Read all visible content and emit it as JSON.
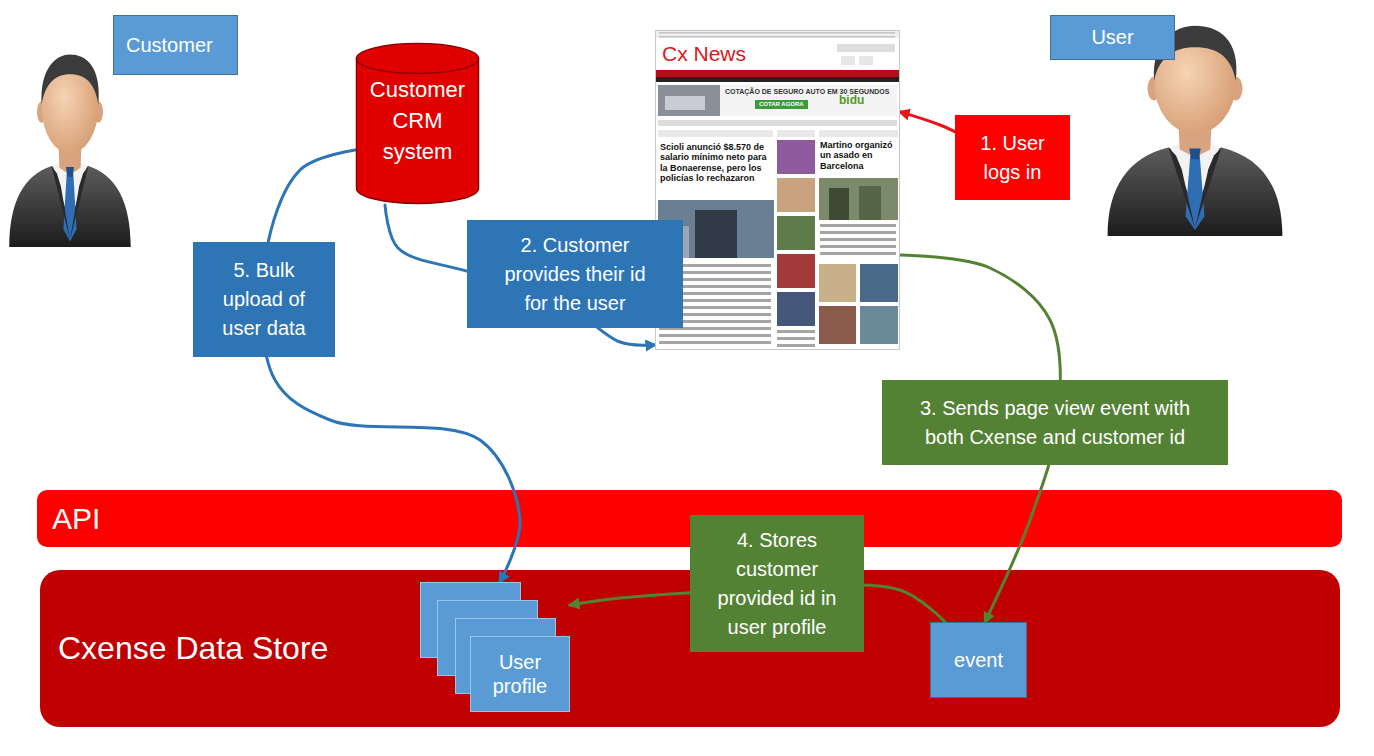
{
  "diagram": {
    "nodes": [
      {
        "text": [
          "Customer"
        ]
      },
      {
        "text": [
          "Customer CRM system"
        ]
      },
      {
        "text": [
          "Cx News",
          "COTAÇÃO DE SEGURO AUTO EM 30 SEGUNDOS",
          "COTAR AGORA",
          "bidu",
          "Scioli anunció $8.570 de salario mínimo neto para la Bonaerense, pero los policías lo rechazaron",
          "Martino organizó un asado en Barcelona"
        ]
      },
      {
        "text": [
          "User"
        ]
      },
      {
        "text": [
          "API"
        ]
      },
      {
        "text": [
          "Cxense Data Store"
        ]
      },
      {
        "text": [
          "User profile"
        ],
        "in": 5
      },
      {
        "text": [
          "event"
        ],
        "in": 5
      }
    ],
    "edges": [
      {
        "from": 3,
        "to": 2,
        "label": "1. User logs in",
        "arrow": "to"
      },
      {
        "from": 1,
        "to": 2,
        "label": "2. Customer provides their id for the user",
        "arrow": "to"
      },
      {
        "from": 2,
        "to": 7,
        "label": "3. Sends page view event with both Cxense and customer id",
        "arrow": "to"
      },
      {
        "from": 7,
        "to": 6,
        "label": "4. Stores customer provided id in user profile",
        "arrow": "to"
      },
      {
        "from": 1,
        "to": 6,
        "label": "5. Bulk upload of user data",
        "arrow": "to"
      }
    ]
  }
}
